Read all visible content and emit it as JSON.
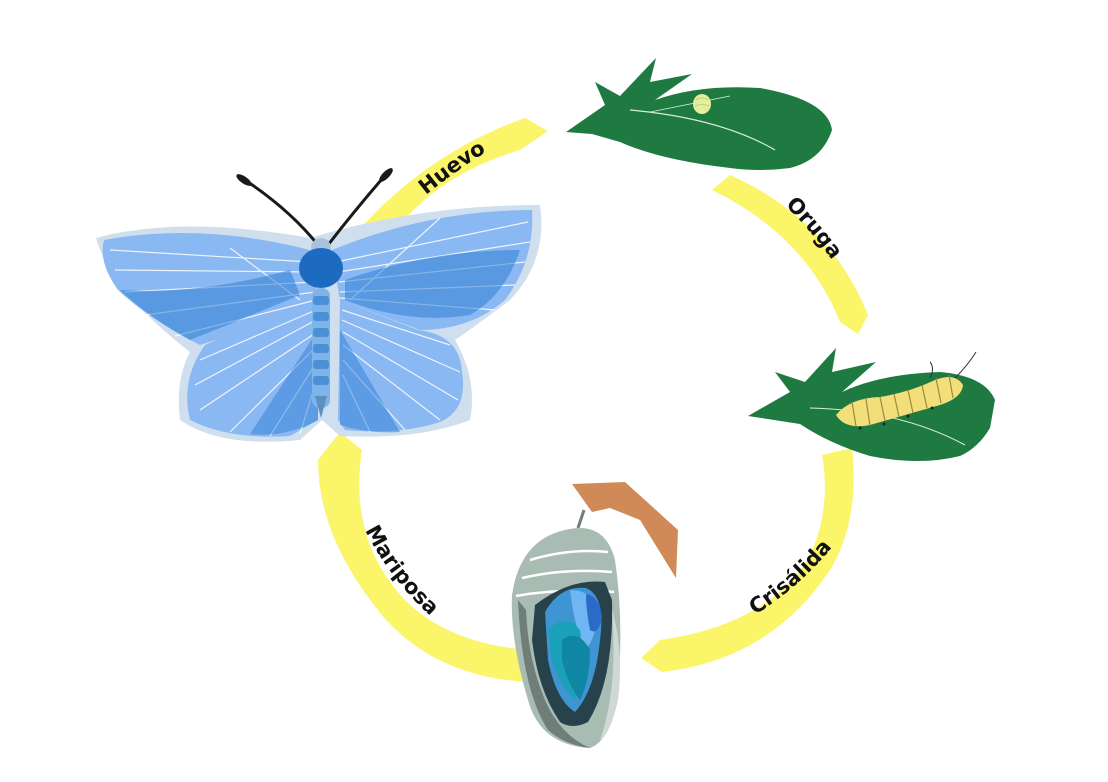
{
  "stages": {
    "huevo": "Huevo",
    "oruga": "Oruga",
    "crisalida": "Crisálida",
    "mariposa": "Mariposa"
  },
  "colors": {
    "arrow": "#fbf56a",
    "leaf": "#1f7a42",
    "egg": "#e3ef9a",
    "caterpillar": "#f3df7a",
    "stalk": "#cf8a57",
    "wing_light": "#8ab8f2",
    "wing_dark": "#2f7fd6",
    "body": "#1d6bc1"
  },
  "icons": [
    "leaf-with-egg-icon",
    "caterpillar-on-leaf-icon",
    "chrysalis-icon",
    "butterfly-icon"
  ]
}
